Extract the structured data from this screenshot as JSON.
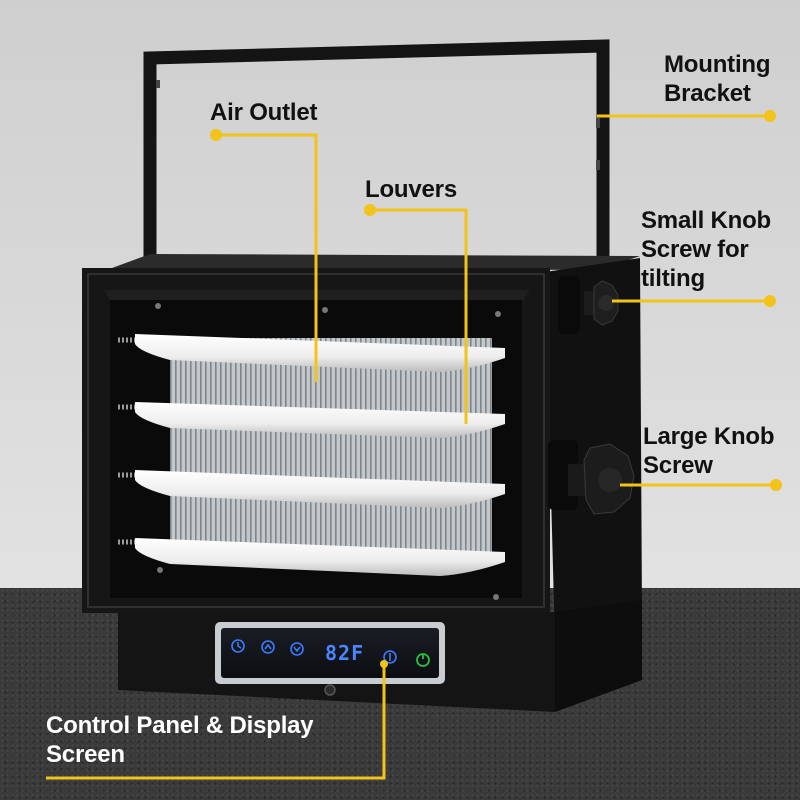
{
  "callouts": {
    "mounting_bracket": [
      "Mounting",
      "Bracket"
    ],
    "air_outlet": "Air Outlet",
    "louvers": "Louvers",
    "small_knob": [
      "Small Knob",
      "Screw for",
      "tilting"
    ],
    "large_knob": [
      "Large Knob",
      "Screw"
    ],
    "control_panel": [
      "Control Panel & Display",
      "Screen"
    ]
  },
  "control_panel": {
    "display_reading": "82F",
    "buttons": [
      "timer-icon",
      "up-arrow-icon",
      "down-arrow-icon",
      "mode-icon",
      "power-icon"
    ]
  },
  "colors": {
    "leader_line": "#f2c318",
    "heater_body": "#151515",
    "louver": "#f2f2f2",
    "display_blue": "#3a7bff",
    "power_green": "#27c23a",
    "wall": "#d6d6d6",
    "floor": "#3a3a3a"
  }
}
